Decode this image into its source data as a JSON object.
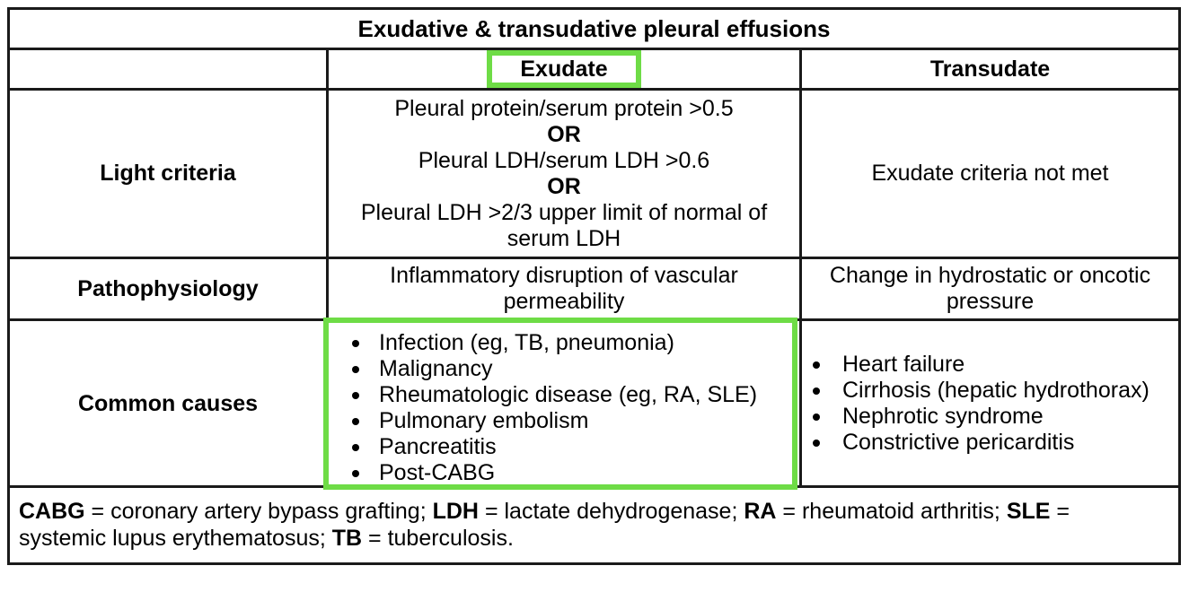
{
  "highlight_color": "#6edc46",
  "table": {
    "title": "Exudative & transudative pleural effusions",
    "header": {
      "exudate": "Exudate",
      "transudate": "Transudate"
    },
    "light_criteria": {
      "label": "Light criteria",
      "exudate": {
        "line1": "Pleural protein/serum protein >0.5",
        "or1": "OR",
        "line2": "Pleural LDH/serum LDH >0.6",
        "or2": "OR",
        "line3": "Pleural LDH >2/3 upper limit of normal of serum LDH"
      },
      "transudate": "Exudate criteria not met"
    },
    "pathophysiology": {
      "label": "Pathophysiology",
      "exudate": "Inflammatory disruption of vascular permeability",
      "transudate": "Change in hydrostatic or oncotic pressure"
    },
    "common_causes": {
      "label": "Common causes",
      "exudate_items": [
        "Infection (eg, TB, pneumonia)",
        "Malignancy",
        "Rheumatologic disease (eg, RA, SLE)",
        "Pulmonary embolism",
        "Pancreatitis",
        "Post-CABG"
      ],
      "transudate_items": [
        "Heart failure",
        "Cirrhosis (hepatic hydrothorax)",
        "Nephrotic syndrome",
        "Constrictive pericarditis"
      ]
    },
    "footnote_segments": [
      {
        "text": "CABG",
        "bold": true
      },
      {
        "text": " = coronary artery bypass grafting; ",
        "bold": false
      },
      {
        "text": "LDH",
        "bold": true
      },
      {
        "text": " = lactate dehydrogenase; ",
        "bold": false
      },
      {
        "text": "RA",
        "bold": true
      },
      {
        "text": " = rheumatoid arthritis; ",
        "bold": false
      },
      {
        "text": "SLE",
        "bold": true
      },
      {
        "text": " = systemic lupus erythematosus; ",
        "bold": false
      },
      {
        "text": "TB",
        "bold": true
      },
      {
        "text": " = tuberculosis.",
        "bold": false
      }
    ]
  }
}
